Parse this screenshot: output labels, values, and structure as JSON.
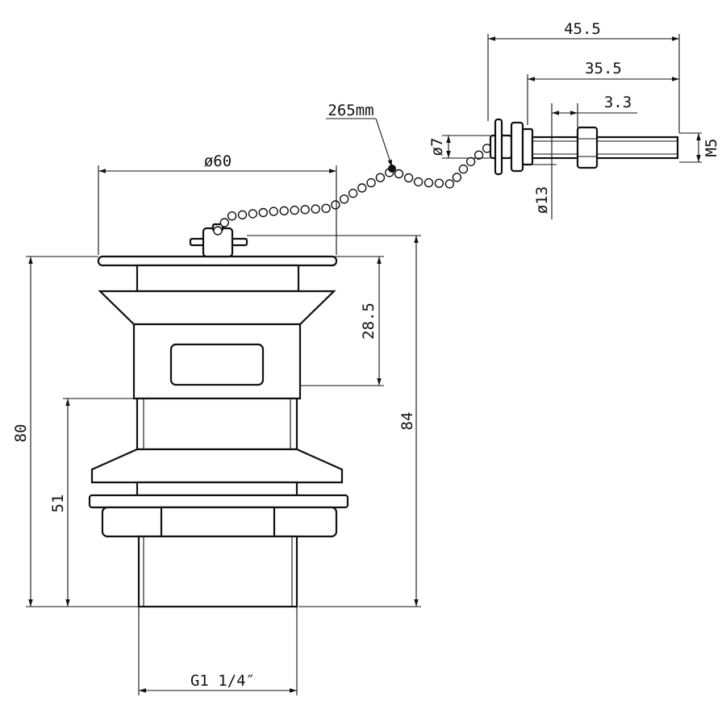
{
  "drawing": {
    "subject": "basin waste with plug and chain",
    "dimensions": {
      "overall_width": "45.5",
      "bolt_length": "35.5",
      "nut_width": "3.3",
      "pin_diameter": "ø7",
      "collar_diameter": "ø13",
      "thread": "M5",
      "chain_length": "265mm",
      "flange_diameter": "ø60",
      "slot_offset": "28.5",
      "total_height": "84",
      "body_height": "80",
      "thread_height": "51",
      "thread_size": "G1 1/4″"
    },
    "colors": {
      "ink": "#111111",
      "paper": "#ffffff"
    }
  }
}
